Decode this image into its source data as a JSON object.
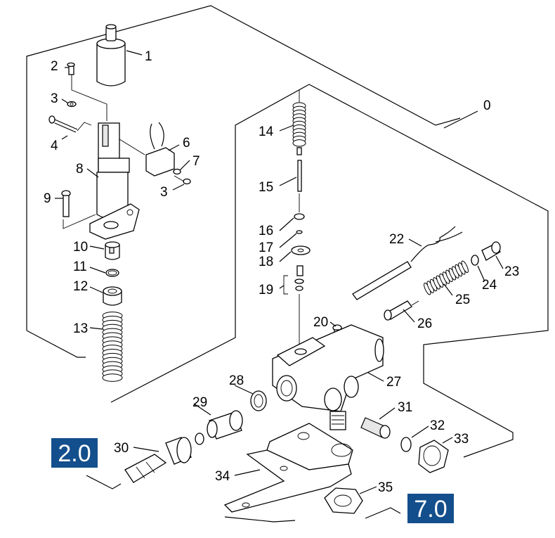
{
  "badges": {
    "left": "2.0",
    "right": "7.0",
    "color": "#134f8c"
  },
  "callouts": {
    "c0": "0",
    "c1": "1",
    "c2": "2",
    "c3a": "3",
    "c3b": "3",
    "c4": "4",
    "c6": "6",
    "c7": "7",
    "c8": "8",
    "c9": "9",
    "c10": "10",
    "c11": "11",
    "c12": "12",
    "c13": "13",
    "c14": "14",
    "c15": "15",
    "c16": "16",
    "c17": "17",
    "c18": "18",
    "c19": "19",
    "c20": "20",
    "c22": "22",
    "c23": "23",
    "c24": "24",
    "c25": "25",
    "c26": "26",
    "c27": "27",
    "c28": "28",
    "c29": "29",
    "c30": "30",
    "c31": "31",
    "c32": "32",
    "c33": "33",
    "c34": "34",
    "c35": "35"
  }
}
